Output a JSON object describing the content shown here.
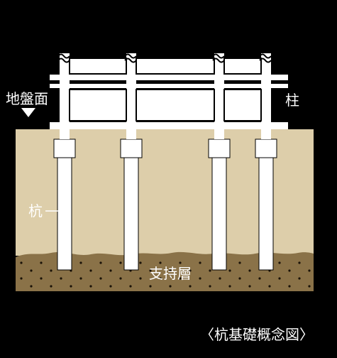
{
  "labels": {
    "ground_surface": "地盤面",
    "column": "柱",
    "pile": "杭",
    "bearing_layer": "支持層",
    "caption": "〈杭基礎概念図〉"
  },
  "colors": {
    "background": "#000000",
    "soil": "#ddceaa",
    "bearing_layer": "#8a7248",
    "dots": "#1a1208",
    "frame": "#ffffff",
    "text": "#ffffff"
  }
}
